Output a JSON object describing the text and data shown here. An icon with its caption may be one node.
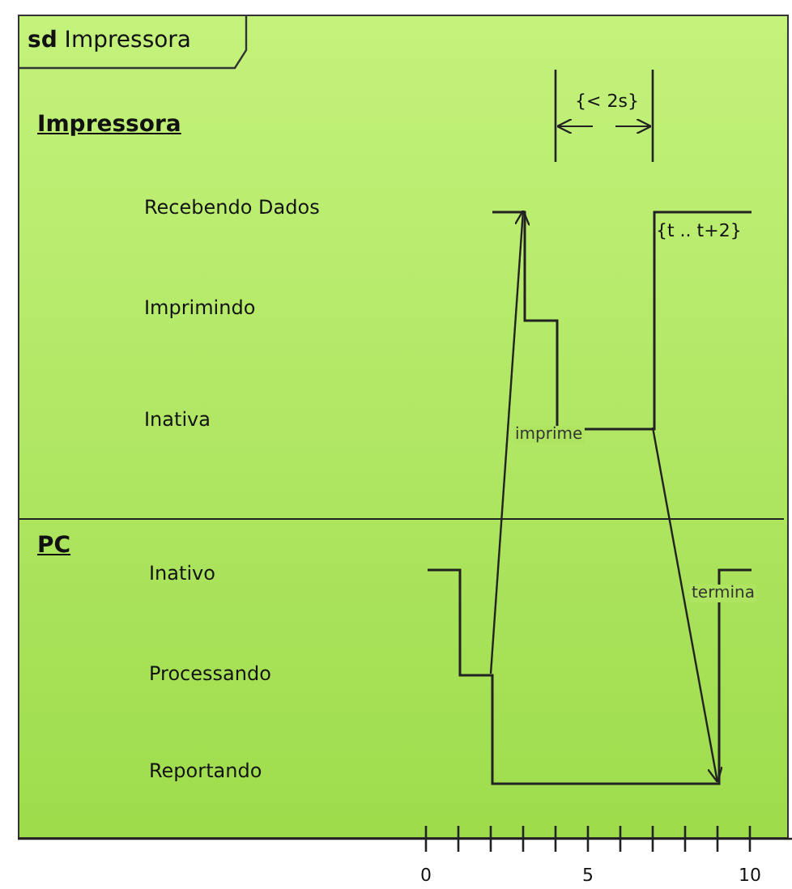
{
  "diagram": {
    "nodes": [
      {
        "text": [
          "**sd** Impressora"
        ]
      },
      {
        "text": [
          "Impressora"
        ],
        "in": 0
      },
      {
        "text": [
          "PC"
        ],
        "in": 0
      },
      {
        "text": [],
        "shape": "line",
        "in": 1
      },
      {
        "text": [],
        "shape": "line",
        "in": 2
      }
    ],
    "edges": [
      {
        "from": 4,
        "to": 3,
        "arrow": "to",
        "label": "imprime"
      },
      {
        "from": 3,
        "to": 4,
        "arrow": "to",
        "label": "termina"
      }
    ],
    "labels": [
      "{< 2s}",
      "Recebendo Dados",
      "{t .. t+2}",
      "Imprimindo",
      "Inativa",
      "Inativo",
      "Processando",
      "Reportando",
      "0",
      "5",
      "10"
    ]
  }
}
